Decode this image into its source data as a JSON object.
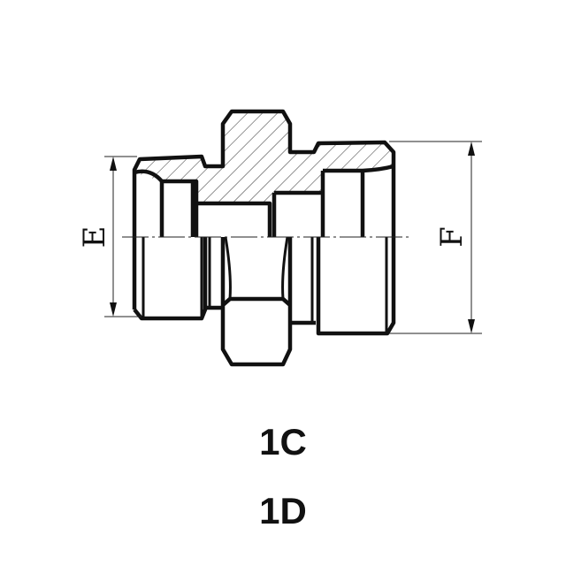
{
  "drawing": {
    "dimension_left": "E",
    "dimension_right": "F"
  },
  "labels": [
    "1C",
    "1D"
  ]
}
